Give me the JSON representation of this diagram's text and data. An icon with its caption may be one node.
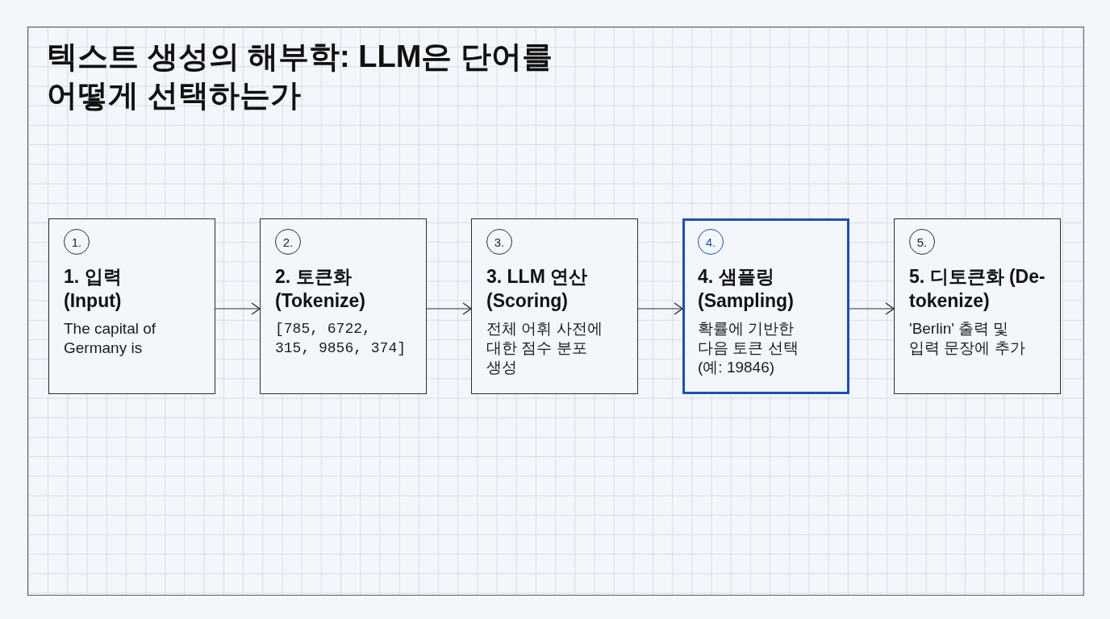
{
  "diagram": {
    "title": "텍스트 생성의 해부학: LLM은 단어를 어떻게 선택하는가",
    "nodes": [
      {
        "text": [
          "1.",
          "1. 입력 (Input)",
          "The capital of Germany is"
        ]
      },
      {
        "text": [
          "2.",
          "2. 토큰화 (Tokenize)",
          "[785, 6722, 315, 9856, 374]"
        ]
      },
      {
        "text": [
          "3.",
          "3. LLM 연산 (Scoring)",
          "전체 어휘 사전에 대한 점수 분포 생성"
        ]
      },
      {
        "text": [
          "4.",
          "4. 샘플링 (Sampling)",
          "확률에 기반한 다음 토큰 선택 (예: 19846)"
        ]
      },
      {
        "text": [
          "5.",
          "5. 디토큰화 (De-tokenize)",
          "'Berlin' 출력 및 입력 문장에 추가"
        ]
      }
    ],
    "edges": [
      {
        "from": 0,
        "to": 1,
        "arrow": "to"
      },
      {
        "from": 1,
        "to": 2,
        "arrow": "to"
      },
      {
        "from": 2,
        "to": 3,
        "arrow": "to"
      },
      {
        "from": 3,
        "to": 4,
        "arrow": "to"
      }
    ]
  }
}
